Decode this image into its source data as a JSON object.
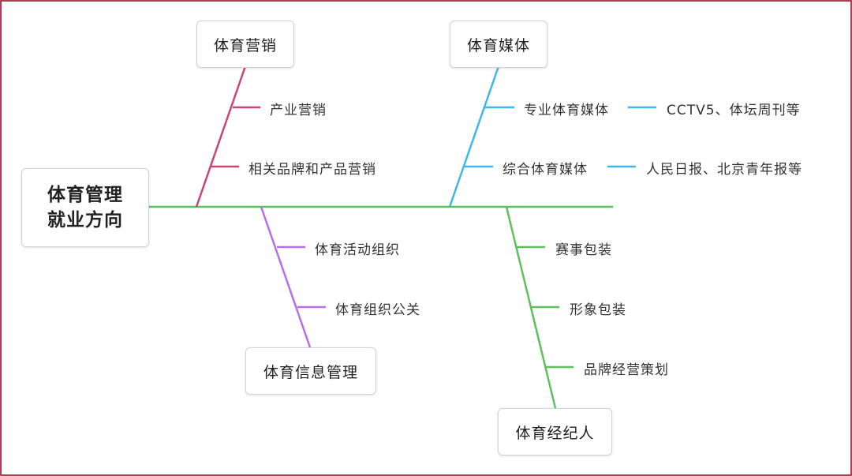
{
  "root": {
    "line1": "体育管理",
    "line2": "就业方向"
  },
  "colors": {
    "spine": "#5cc05c",
    "marketing": "#c8457a",
    "media": "#3fb7e6",
    "info": "#b96ee6",
    "agent": "#5cc05c",
    "frame": "#b23a55"
  },
  "branches": {
    "marketing": {
      "title": "体育营销",
      "items": [
        "产业营销",
        "相关品牌和产品营销"
      ]
    },
    "media": {
      "title": "体育媒体",
      "items": [
        {
          "label": "专业体育媒体",
          "detail": "CCTV5、体坛周刊等"
        },
        {
          "label": "综合体育媒体",
          "detail": "人民日报、北京青年报等"
        }
      ]
    },
    "info": {
      "title": "体育信息管理",
      "items": [
        "体育活动组织",
        "体育组织公关"
      ]
    },
    "agent": {
      "title": "体育经纪人",
      "items": [
        "赛事包装",
        "形象包装",
        "品牌经营策划"
      ]
    }
  }
}
